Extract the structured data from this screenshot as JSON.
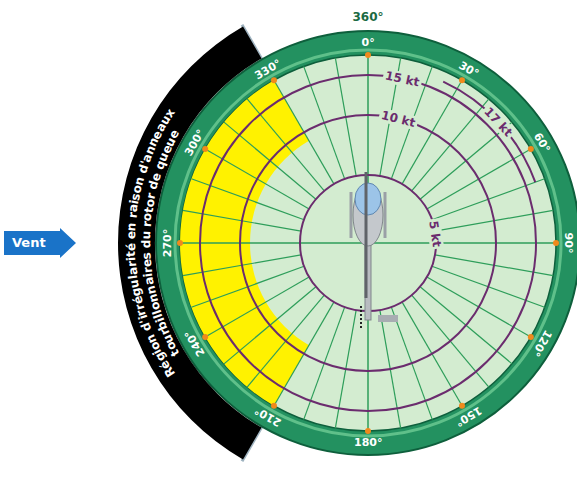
{
  "diagram": {
    "nodes": [
      {
        "text": [
          "Vent"
        ]
      },
      {
        "text": [
          "Région d'irrégularité en raison d'anneaux tourbillonnaires du rotor de queue"
        ]
      }
    ],
    "labels": [
      "360°",
      "0°",
      "30°",
      "60°",
      "90°",
      "120°",
      "150°",
      "180°",
      "210°",
      "240°",
      "270°",
      "300°",
      "330°",
      "15 kt",
      "17 kt",
      "10 kt",
      "5 kt"
    ]
  }
}
